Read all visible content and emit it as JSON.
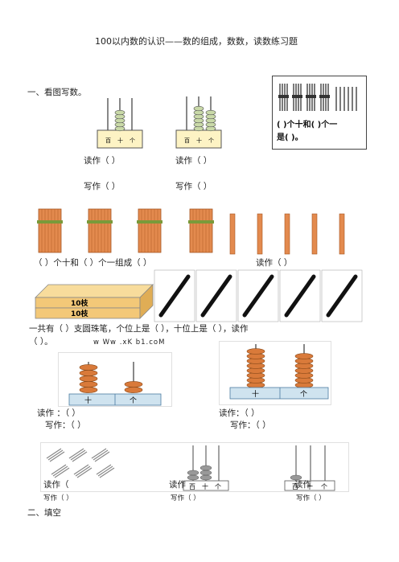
{
  "title": "100以内数的认识——数的组成，数数，读数练习题",
  "section1": {
    "heading": "一、看图写数。",
    "abacus_labels": [
      "百",
      "十",
      "个"
    ],
    "panel_text_line1": "( )个十和(  )个一",
    "panel_text_line2": "是(  )。",
    "read1": "读作（        ）",
    "read2": "读作（        ）",
    "write1": "写作（        ）",
    "write2": "写作（        ）"
  },
  "sticks_row": {
    "blank_tens": "（        ）个十和（        ）个一组成（          ）",
    "read": "读作（          ）"
  },
  "pens_row": {
    "box_label_1": "10枝",
    "box_label_2": "10枝",
    "line1": "一共有（          ）支圆珠笔，个位上是（              ），十位上是（              ），读作",
    "line2_a": "（            ）。",
    "line2_b": "w  Ww .xK b1.coM"
  },
  "abacus_row": {
    "left_labels": [
      "十",
      "个"
    ],
    "right_labels": [
      "十",
      "个"
    ],
    "left_read": "读作  ：（                  ）",
    "left_write": "写作：（                ）",
    "right_read": "读作：（                  ）",
    "right_write": "写作：（                ）"
  },
  "bottom_row": {
    "labels_mid": [
      "百",
      "十",
      "个"
    ],
    "labels_right": [
      "百",
      "十",
      "个"
    ],
    "read_left": "读作（",
    "read_mid": "读作",
    "read_right": "读作",
    "write_left": "写作（          ）",
    "write_mid": "写作（      ）",
    "write_right": "写作（        ）"
  },
  "section2": {
    "heading": "二、填空"
  },
  "colors": {
    "bead": "#d97a3a",
    "bead_green": "#c9d9a8",
    "label_box": "#cfe3ef",
    "stick": "#e38a4e",
    "book": "#f3c878"
  }
}
